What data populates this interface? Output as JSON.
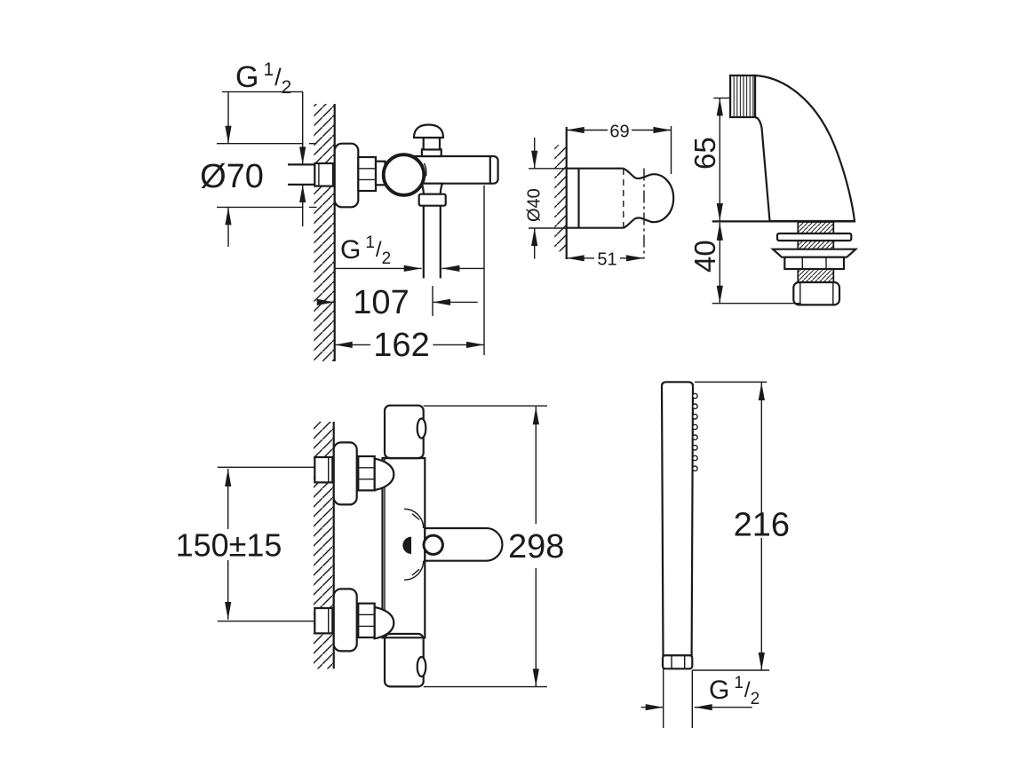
{
  "page": {
    "background": "#ffffff"
  },
  "drawing": {
    "line_color": "#1a1a1a",
    "thread_label": {
      "letter": "G",
      "numerator": "1",
      "slash": "/",
      "denominator": "2"
    },
    "views": {
      "bath_mixer_side": {
        "dims": {
          "escutcheon_diameter": "Ø70",
          "wall_to_hose": "107",
          "wall_to_spout": "162"
        }
      },
      "shower_holder": {
        "dims": {
          "depth": "69",
          "diameter": "Ø40",
          "body_length": "51"
        }
      },
      "deck_union": {
        "dims": {
          "height_above_deck": "65",
          "below_deck": "40"
        }
      },
      "thermostat_front": {
        "dims": {
          "connection_centers": "150±15",
          "overall_height": "298"
        }
      },
      "hand_shower": {
        "dims": {
          "length": "216"
        }
      }
    }
  }
}
